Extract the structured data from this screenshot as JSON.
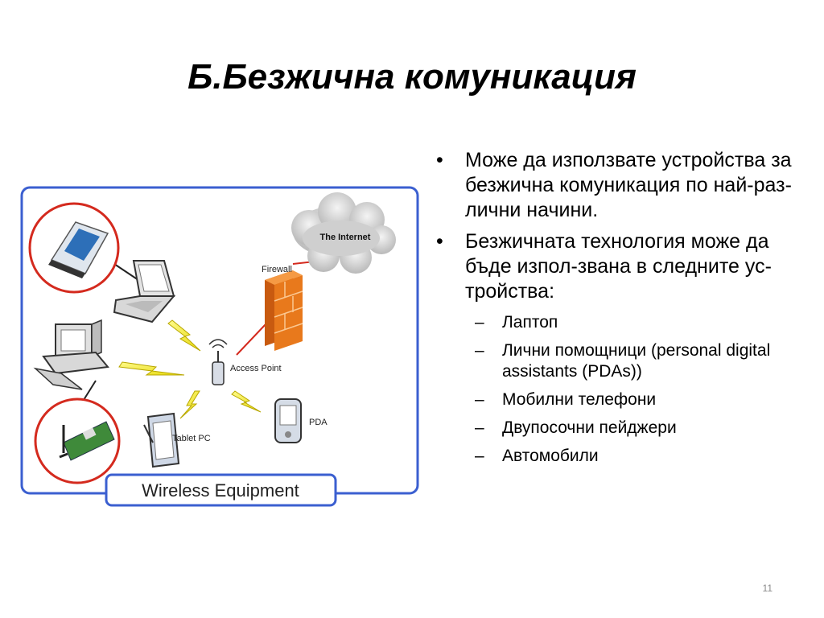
{
  "slide": {
    "title": "Б.Безжична комуникация",
    "page_number": "11"
  },
  "diagram": {
    "internet_label": "The Internet",
    "firewall_label": "Firewall",
    "access_point_label": "Access Point",
    "pda_label": "PDA",
    "tablet_label": "Tablet PC",
    "caption": "Wireless Equipment",
    "colors": {
      "frame": "#3b5fd0",
      "circle": "#d42a1e",
      "firewall": "#e8791c",
      "bolt": "#f2ec28",
      "link": "#d42a1e"
    }
  },
  "bullets": {
    "items": [
      {
        "text": "Може да използвате устройства за безжична комуникация по най-раз-лични начини."
      },
      {
        "text": "Безжичната технология може да бъде изпол-звана в следните ус-тройства:"
      }
    ],
    "subitems": [
      {
        "text": "Лаптоп"
      },
      {
        "text": "Лични помощници (personal digital assistants (PDAs))"
      },
      {
        "text": "Мобилни телефони"
      },
      {
        "text": "Двупосочни пейджери"
      },
      {
        "text": "Автомобили"
      }
    ]
  }
}
